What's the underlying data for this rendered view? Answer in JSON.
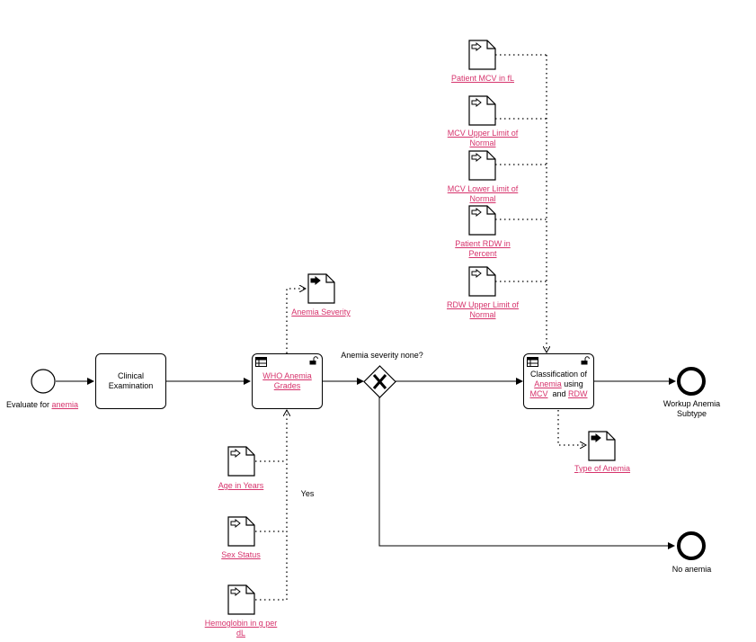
{
  "events": {
    "start": {
      "prefix": "Evaluate for ",
      "link": "anemia"
    },
    "end_workup": {
      "label": "Workup Anemia Subtype"
    },
    "end_none": {
      "label": "No anemia"
    }
  },
  "tasks": {
    "clinical": {
      "label": "Clinical Examination"
    },
    "who": {
      "label": "WHO Anemia Grades"
    },
    "classification": {
      "line1": "Classification of",
      "link1": "Anemia",
      "mid1": " using",
      "link2": "MCV",
      "mid2": "  and ",
      "link3": "RDW"
    }
  },
  "gateway": {
    "label": "Anemia severity none?",
    "yes_label": "Yes"
  },
  "data_inputs": {
    "age": "Age in Years",
    "sex": "Sex Status",
    "hemoglobin": "Hemoglobin in g per dL",
    "patient_mcv": "Patient MCV in fL",
    "mcv_upper": "MCV Upper Limit of Normal",
    "mcv_lower": "MCV Lower Limit of Normal",
    "patient_rdw": "Patient RDW in Percent",
    "rdw_upper": "RDW Upper Limit of Normal"
  },
  "data_outputs": {
    "severity": "Anemia Severity",
    "type": "Type of Anemia"
  },
  "colors": {
    "link": "#d6336c",
    "stroke": "#000000"
  }
}
